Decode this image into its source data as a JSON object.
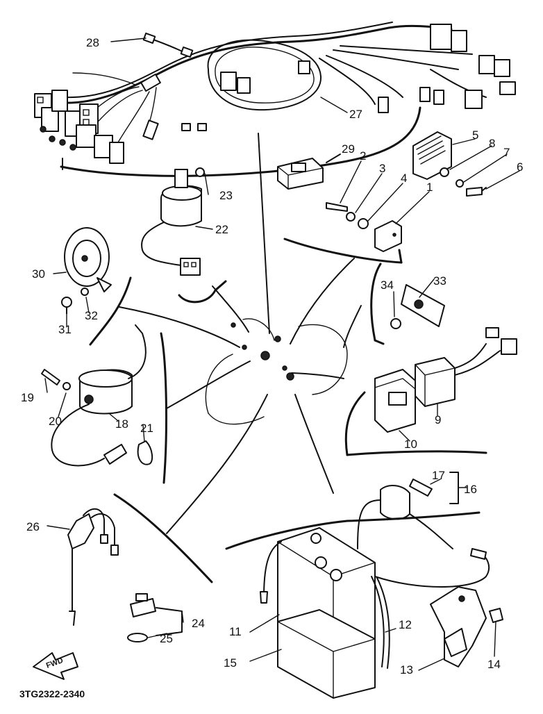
{
  "diagram": {
    "catalog_code": "3TG2322-2340",
    "direction_arrow_text": "FWD",
    "callouts": {
      "c1": "1",
      "c2": "2",
      "c3": "3",
      "c4": "4",
      "c5": "5",
      "c6": "6",
      "c7": "7",
      "c8": "8",
      "c9": "9",
      "c10": "10",
      "c11": "11",
      "c12": "12",
      "c13": "13",
      "c14": "14",
      "c15": "15",
      "c16": "16",
      "c17": "17",
      "c18": "18",
      "c19": "19",
      "c20": "20",
      "c21": "21",
      "c22": "22",
      "c23": "23",
      "c24": "24",
      "c25": "25",
      "c26": "26",
      "c27": "27",
      "c28": "28",
      "c29": "29",
      "c30": "30",
      "c31": "31",
      "c32": "32",
      "c33": "33",
      "c34": "34"
    }
  }
}
